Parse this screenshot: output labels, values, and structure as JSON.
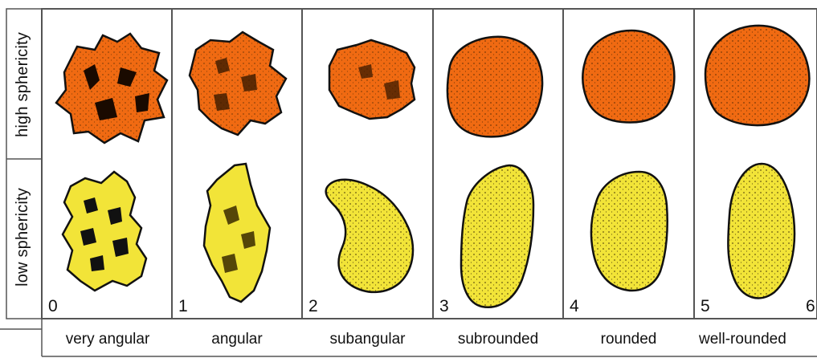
{
  "row_labels": {
    "high": "high sphericity",
    "low": "low sphericity"
  },
  "columns": [
    {
      "index": "0",
      "name": "very angular"
    },
    {
      "index": "1",
      "name": "angular"
    },
    {
      "index": "2",
      "name": "subangular"
    },
    {
      "index": "3",
      "name": "subrounded"
    },
    {
      "index": "4",
      "name": "rounded"
    },
    {
      "index": "5",
      "name": "well-rounded"
    }
  ],
  "trailing_index": "6",
  "colors": {
    "high_sphericity_fill": "#f06a12",
    "low_sphericity_fill": "#f2e438",
    "outline": "#111111",
    "background": "#ffffff"
  }
}
